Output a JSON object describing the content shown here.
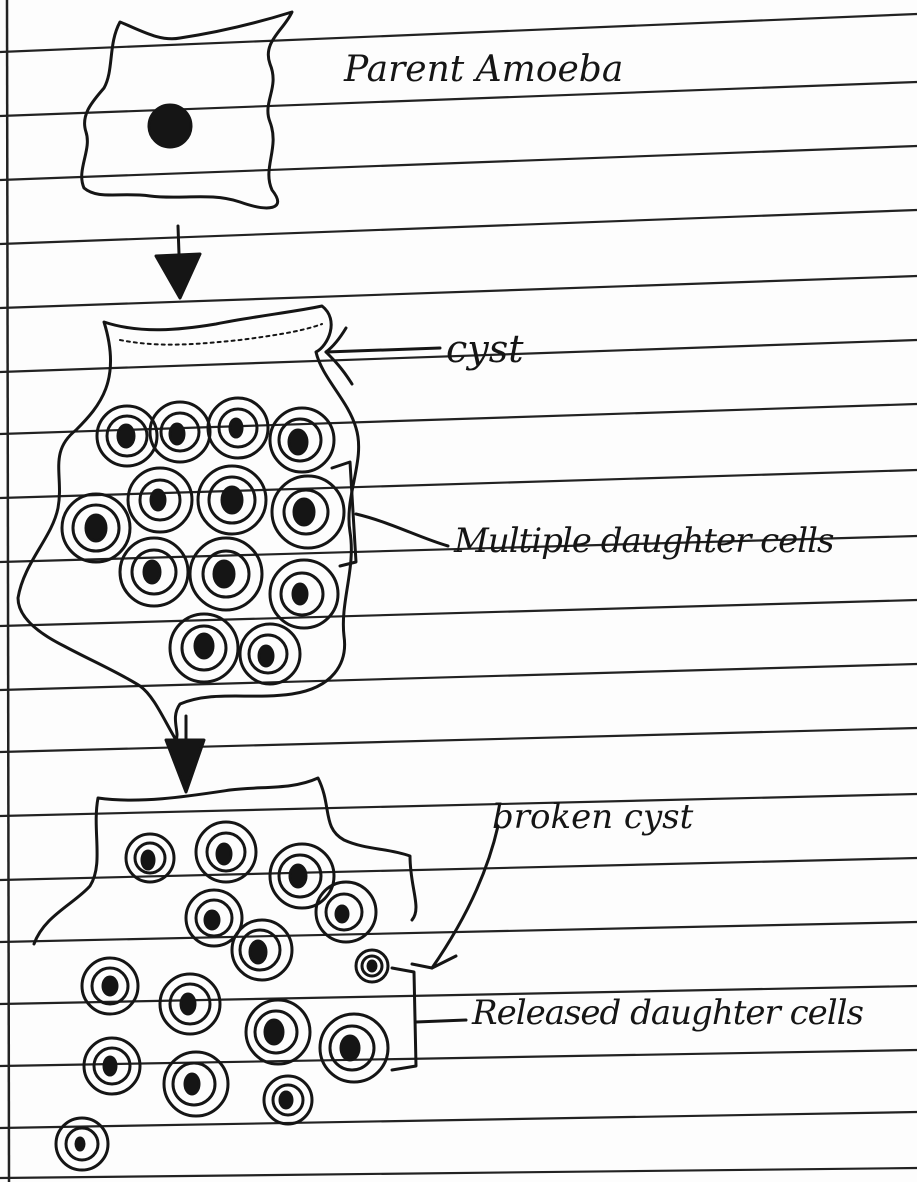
{
  "labels": {
    "parent": "Parent Amoeba",
    "cyst": "cyst",
    "daughter_cells": "Multiple daughter cells",
    "broken_cyst": "broken cyst",
    "released": "Released daughter cells"
  },
  "colors": {
    "paper": "#fdfdfd",
    "ruled_line": "#222222",
    "ink": "#151515"
  }
}
